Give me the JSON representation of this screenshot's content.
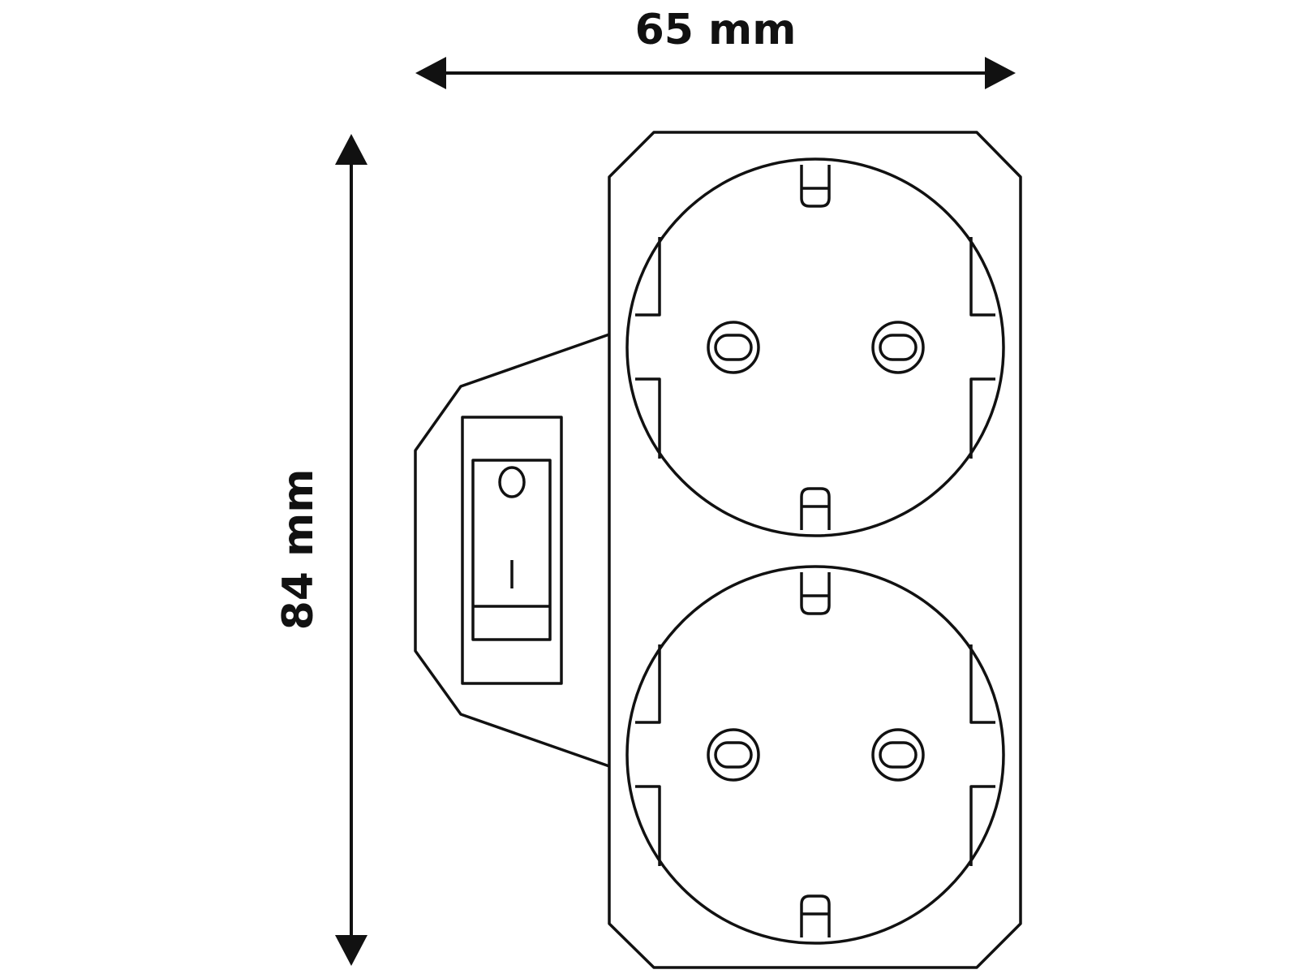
{
  "dimensions": {
    "width_label": "65 mm",
    "height_label": "84 mm"
  },
  "switch": {
    "off_symbol": "O",
    "on_symbol": "I"
  },
  "sockets_count": 2,
  "colors": {
    "line": "#111111",
    "background": "#ffffff"
  }
}
